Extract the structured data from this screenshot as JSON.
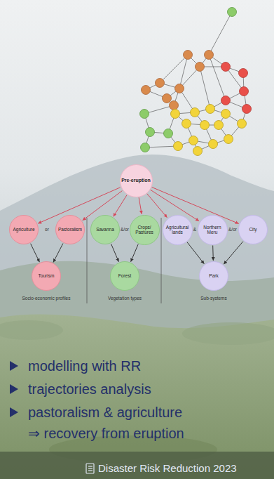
{
  "diagram": {
    "nodes": [
      {
        "text": [
          "Pre-eruption"
        ]
      },
      {
        "text": [
          "Agriculture"
        ]
      },
      {
        "text": [
          "Pastoralism"
        ]
      },
      {
        "text": [
          "Tourism"
        ]
      },
      {
        "text": [
          "Savanna"
        ]
      },
      {
        "text": [
          "Crops/ Pastures"
        ]
      },
      {
        "text": [
          "Forest"
        ]
      },
      {
        "text": [
          "Agricultural lands"
        ]
      },
      {
        "text": [
          "Northern Meru"
        ]
      },
      {
        "text": [
          "City"
        ]
      },
      {
        "text": [
          "Park"
        ]
      }
    ],
    "edges": [
      {
        "from": 0,
        "to": 1,
        "arrow": "to"
      },
      {
        "from": 0,
        "to": 2,
        "arrow": "to"
      },
      {
        "from": 0,
        "to": 4,
        "arrow": "to"
      },
      {
        "from": 0,
        "to": 5,
        "arrow": "to"
      },
      {
        "from": 0,
        "to": 7,
        "arrow": "to"
      },
      {
        "from": 0,
        "to": 8,
        "arrow": "to"
      },
      {
        "from": 0,
        "to": 9,
        "arrow": "to"
      },
      {
        "from": 1,
        "to": 3,
        "arrow": "to"
      },
      {
        "from": 2,
        "to": 3,
        "arrow": "to"
      },
      {
        "from": 4,
        "to": 6,
        "arrow": "to"
      },
      {
        "from": 5,
        "to": 6,
        "arrow": "to"
      },
      {
        "from": 7,
        "to": 10,
        "arrow": "to"
      },
      {
        "from": 8,
        "to": 10,
        "arrow": "to"
      },
      {
        "from": 9,
        "to": 10,
        "arrow": "to"
      }
    ],
    "labels": [
      "or",
      "&/or",
      "&",
      "&/or",
      "Socio-economic profiles",
      "Vegetation types",
      "Sub-systems",
      "modelling with RR",
      "trajectories analysis",
      "pastoralism & agriculture ⇒ recovery from eruption",
      "Disaster Risk Reduction 2023"
    ]
  }
}
